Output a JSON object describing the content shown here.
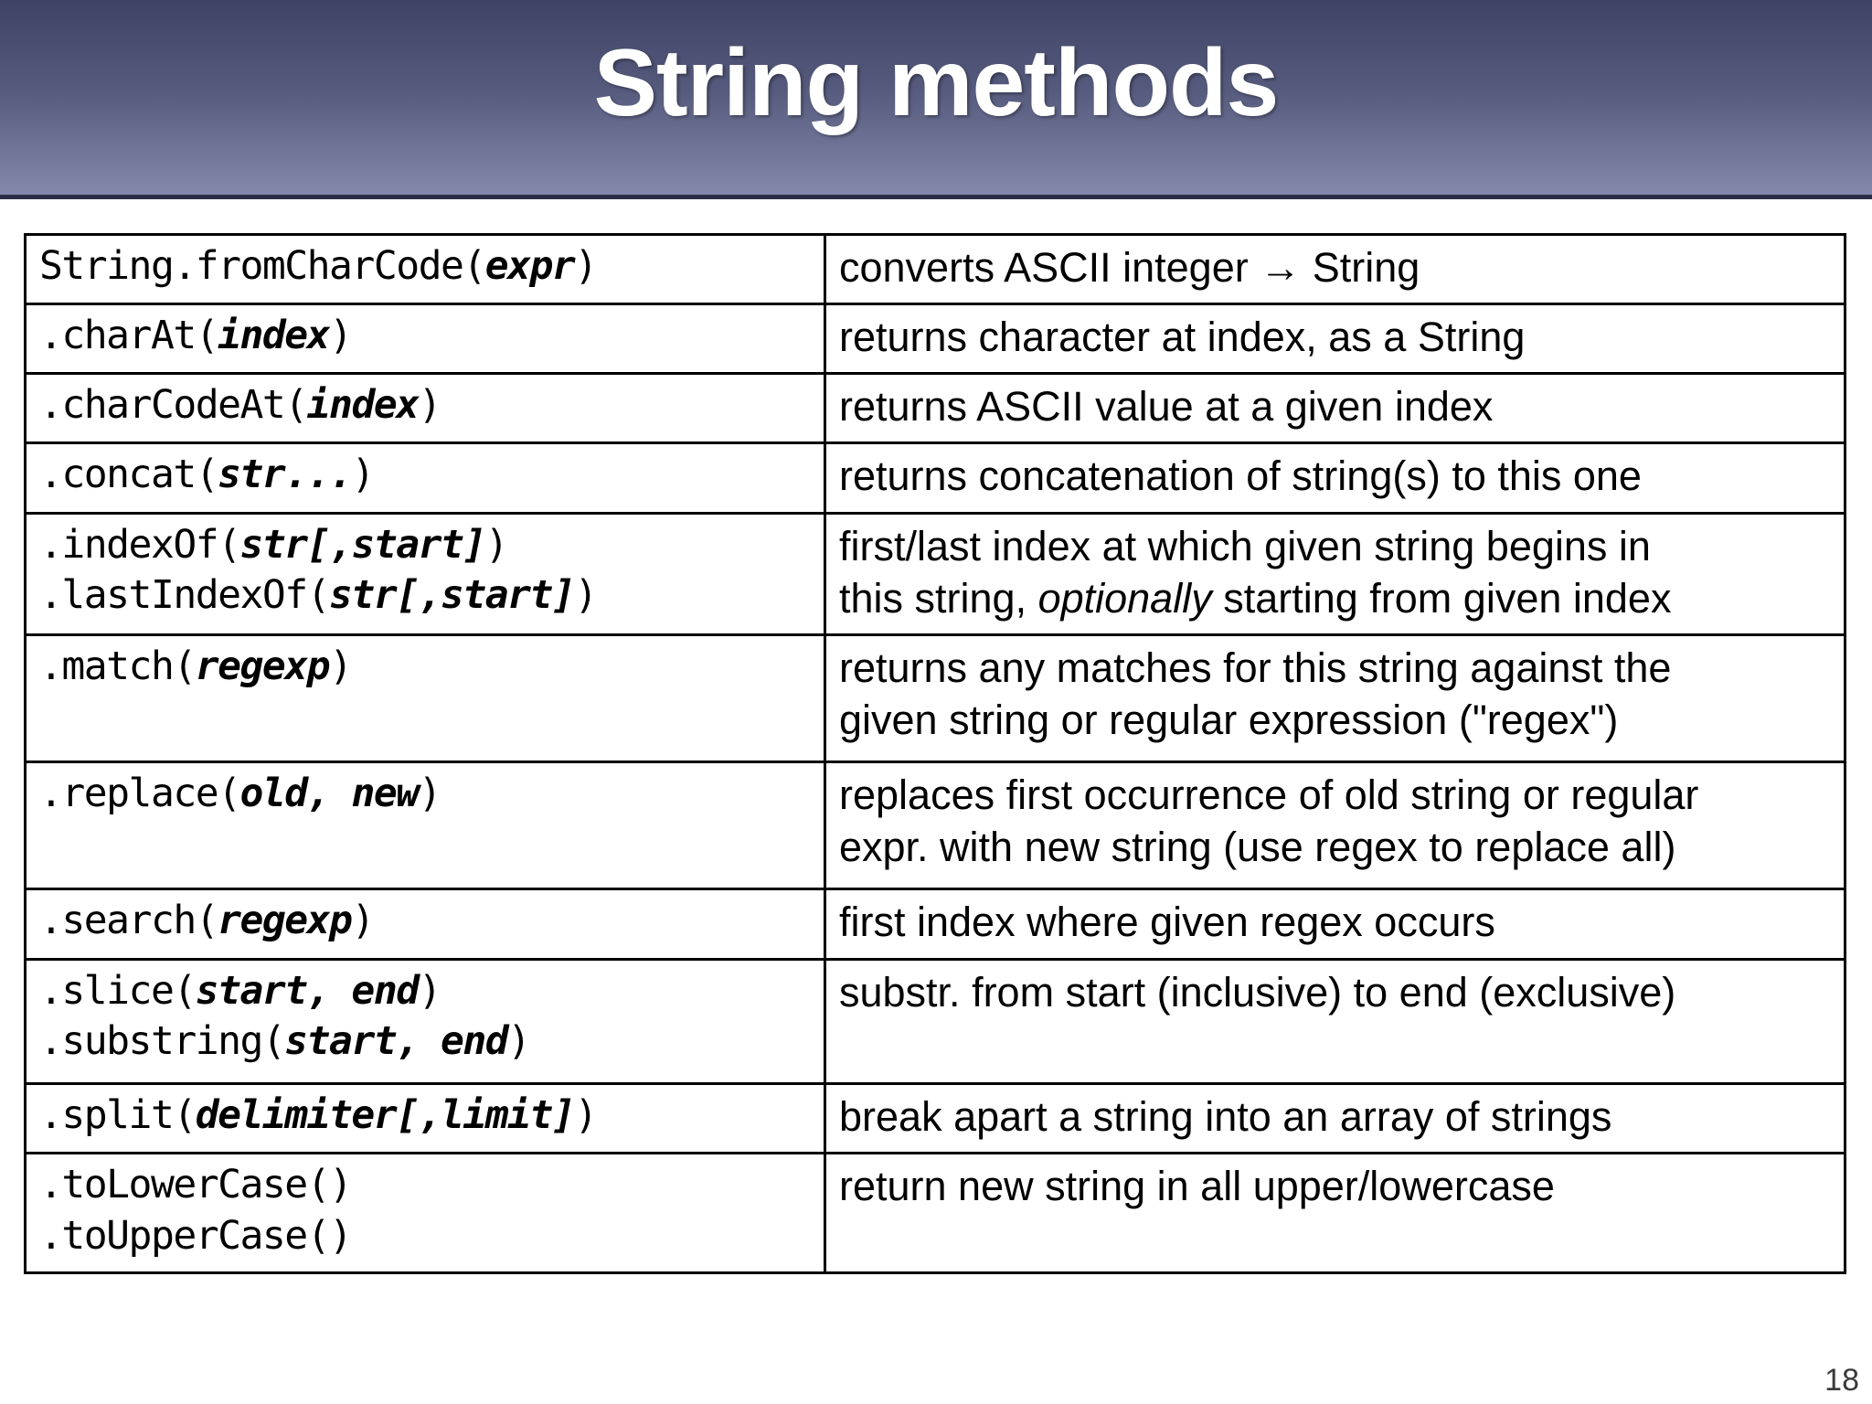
{
  "slide": {
    "title": "String methods",
    "page_number": "18",
    "banner_gradient_top": "#3f4363",
    "banner_gradient_bottom": "#8489ab",
    "text_color": "#000000"
  },
  "table": {
    "rows": [
      {
        "signature_lines": [
          "String.fromCharCode(expr)"
        ],
        "signature_plain": [
          "String.fromCharCode(",
          ")"
        ],
        "signature_args": [
          "expr"
        ],
        "description_lines": [
          "converts ASCII integer → String"
        ]
      },
      {
        "signature_lines": [
          ".charAt(index)"
        ],
        "signature_plain": [
          ".charAt(",
          ")"
        ],
        "signature_args": [
          "index"
        ],
        "description_lines": [
          "returns character at index, as a String"
        ]
      },
      {
        "signature_lines": [
          ".charCodeAt(index)"
        ],
        "signature_plain": [
          ".charCodeAt(",
          ")"
        ],
        "signature_args": [
          "index"
        ],
        "description_lines": [
          "returns ASCII value at a given index"
        ]
      },
      {
        "signature_lines": [
          ".concat(str...)"
        ],
        "signature_plain": [
          ".concat(",
          ")"
        ],
        "signature_args": [
          "str..."
        ],
        "description_lines": [
          "returns concatenation of string(s) to this one"
        ]
      },
      {
        "signature_lines": [
          ".indexOf(str[,start])",
          ".lastIndexOf(str[,start])"
        ],
        "description_lines": [
          "first/last index at which given string begins in",
          "this string, optionally starting from given index"
        ],
        "description_italic_word": "optionally"
      },
      {
        "signature_lines": [
          ".match(regexp)"
        ],
        "signature_plain": [
          ".match(",
          ")"
        ],
        "signature_args": [
          "regexp"
        ],
        "description_lines": [
          "returns any matches for this string against the",
          "given string or regular expression (\"regex\")"
        ]
      },
      {
        "signature_lines": [
          ".replace(old, new)"
        ],
        "signature_plain": [
          ".replace(",
          ")"
        ],
        "signature_args": [
          "old, new"
        ],
        "description_lines": [
          "replaces first occurrence of old string or regular",
          "expr. with new string (use regex to replace all)"
        ]
      },
      {
        "signature_lines": [
          ".search(regexp)"
        ],
        "signature_plain": [
          ".search(",
          ")"
        ],
        "signature_args": [
          "regexp"
        ],
        "description_lines": [
          "first index where given regex occurs"
        ]
      },
      {
        "signature_lines": [
          ".slice(start, end)",
          ".substring(start, end)"
        ],
        "description_lines": [
          "substr. from start (inclusive) to end (exclusive)"
        ]
      },
      {
        "signature_lines": [
          ".split(delimiter[,limit])"
        ],
        "signature_plain": [
          ".split(",
          ")"
        ],
        "signature_args": [
          "delimiter[,limit]"
        ],
        "description_lines": [
          "break apart a string into an array of strings"
        ]
      },
      {
        "signature_lines": [
          ".toLowerCase()",
          ".toUpperCase()"
        ],
        "description_lines": [
          "return new string in all upper/lowercase"
        ]
      }
    ]
  }
}
